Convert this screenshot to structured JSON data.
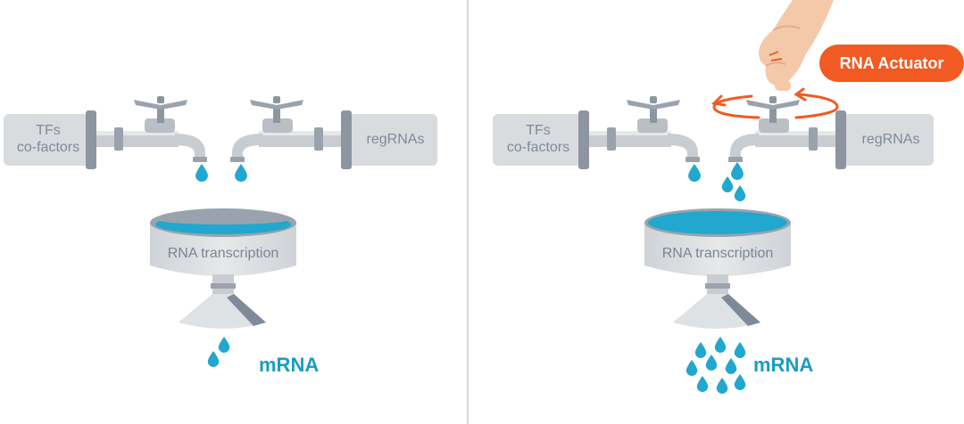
{
  "left_panel": {
    "left_pipe_label_line1": "TFs",
    "left_pipe_label_line2": "co-factors",
    "right_pipe_label": "regRNAs",
    "basin_label": "RNA transcription",
    "output_label": "mRNA"
  },
  "right_panel": {
    "left_pipe_label_line1": "TFs",
    "left_pipe_label_line2": "co-factors",
    "right_pipe_label": "regRNAs",
    "basin_label": "RNA transcription",
    "output_label": "mRNA",
    "actuator_label": "RNA Actuator"
  },
  "colors": {
    "pipe_gray": "#d9dcdf",
    "metal_gray": "#9aa3ad",
    "water_blue": "#22a7cf",
    "text_gray": "#7f8a98",
    "mrna_blue": "#1d9bc0",
    "actuator_orange": "#f15a22",
    "skin": "#f4c9aa"
  },
  "icons": [
    "faucet-icon",
    "water-drop-icon",
    "hand-icon",
    "rotation-arrows-icon",
    "funnel-basin-icon"
  ]
}
